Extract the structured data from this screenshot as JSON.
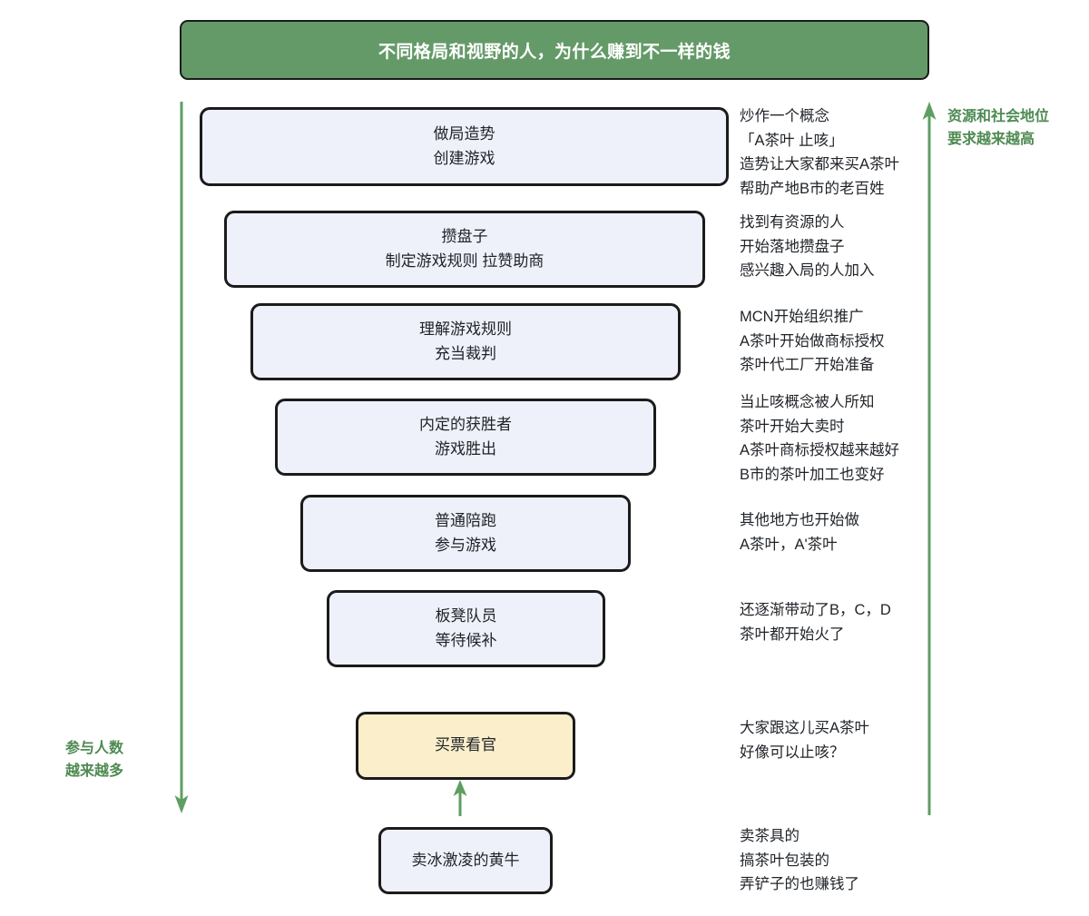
{
  "header": {
    "title": "不同格局和视野的人，为什么赚到不一样的钱",
    "background_color": "#649a68",
    "text_color": "#ffffff"
  },
  "theme": {
    "box_fill": "#eef1f9",
    "box_accent_fill": "#fbeecb",
    "box_border": "#1b1b1b",
    "accent_green": "#4e8a52",
    "arrow_green": "#5f9e63",
    "page_background": "#ffffff"
  },
  "axis_labels": {
    "right": {
      "icon": "arrow-up-icon",
      "lines": [
        "资源和社会地位",
        "要求越来越高"
      ]
    },
    "left": {
      "icon": "arrow-down-icon",
      "lines": [
        "参与人数",
        "越来越多"
      ]
    }
  },
  "stages": [
    {
      "id": "stage-1",
      "lines": [
        "做局造势",
        "创建游戏"
      ],
      "accent": false,
      "annotation": [
        "炒作一个概念",
        "「A茶叶 止咳」",
        "造势让大家都来买A茶叶",
        "帮助产地B市的老百姓"
      ]
    },
    {
      "id": "stage-2",
      "lines": [
        "攒盘子",
        "制定游戏规则 拉赞助商"
      ],
      "accent": false,
      "annotation": [
        "找到有资源的人",
        "开始落地攒盘子",
        "感兴趣入局的人加入"
      ]
    },
    {
      "id": "stage-3",
      "lines": [
        "理解游戏规则",
        "充当裁判"
      ],
      "accent": false,
      "annotation": [
        "MCN开始组织推广",
        "A茶叶开始做商标授权",
        "茶叶代工厂开始准备"
      ]
    },
    {
      "id": "stage-4",
      "lines": [
        "内定的获胜者",
        "游戏胜出"
      ],
      "accent": false,
      "annotation": [
        "当止咳概念被人所知",
        "茶叶开始大卖时",
        "A茶叶商标授权越来越好",
        "B市的茶叶加工也变好"
      ]
    },
    {
      "id": "stage-5",
      "lines": [
        "普通陪跑",
        "参与游戏"
      ],
      "accent": false,
      "annotation": [
        "其他地方也开始做",
        "A茶叶，A'茶叶"
      ]
    },
    {
      "id": "stage-6",
      "lines": [
        "板凳队员",
        "等待候补"
      ],
      "accent": false,
      "annotation": [
        "还逐渐带动了B，C，D",
        "茶叶都开始火了"
      ]
    },
    {
      "id": "stage-7",
      "lines": [
        "买票看官"
      ],
      "accent": true,
      "annotation": [
        "大家跟这儿买A茶叶",
        "好像可以止咳？"
      ]
    },
    {
      "id": "stage-8",
      "lines": [
        "卖冰激凌的黄牛"
      ],
      "accent": false,
      "annotation": [
        "卖茶具的",
        "搞茶叶包装的",
        "弄铲子的也赚钱了"
      ]
    }
  ]
}
